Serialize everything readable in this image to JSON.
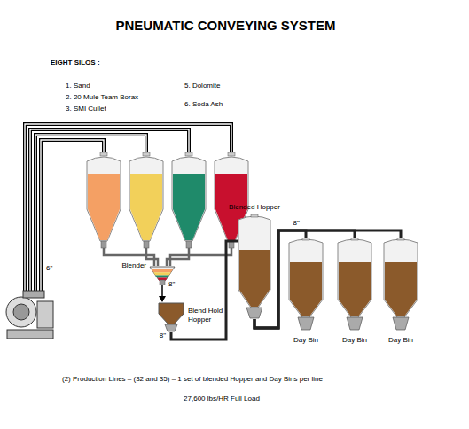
{
  "diagram": {
    "title": "PNEUMATIC CONVEYING SYSTEM",
    "caption": "(2) Production Lines – (32 and 35) – 1 set of blended Hopper and Day Bins per line",
    "nodes": [
      {
        "text": [
          "Blender"
        ]
      },
      {
        "text": [
          "Blend Hold Hopper"
        ]
      },
      {
        "text": [
          "Blended Hopper"
        ]
      },
      {
        "text": [
          "Day Bin"
        ]
      },
      {
        "text": [
          "Day Bin"
        ]
      },
      {
        "text": [
          "Day Bin"
        ]
      }
    ],
    "edges": [
      {
        "from": 0,
        "to": 1,
        "arrow": "to",
        "label": "8\""
      },
      {
        "from": 1,
        "to": 2,
        "arrow": "none",
        "label": "8\""
      },
      {
        "from": 2,
        "to": 3,
        "arrow": "none",
        "label": "8\""
      },
      {
        "from": 2,
        "to": 4,
        "arrow": "none"
      },
      {
        "from": 2,
        "to": 5,
        "arrow": "none"
      }
    ],
    "labels": [
      "EIGHT SILOS :",
      "1. Sand",
      "2. 20 Mule Team Borax",
      "3. SMI Cullet",
      "5. Dolomite",
      "6. Soda Ash",
      "6\"",
      "27,600 lbs/HR Full Load"
    ]
  }
}
